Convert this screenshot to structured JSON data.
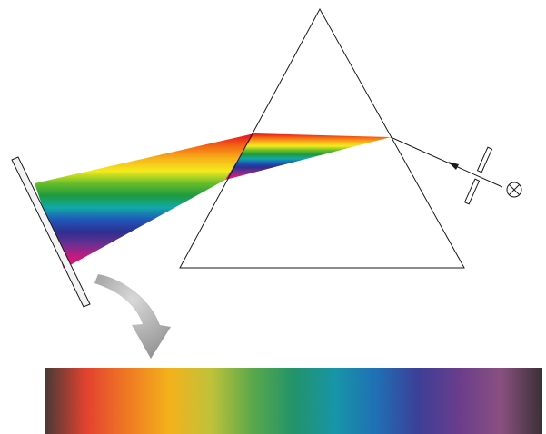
{
  "diagram": {
    "components": [
      {
        "name": "light-source",
        "icon": "crossed-circle-icon"
      },
      {
        "name": "slit",
        "icon": "double-bar-slit-icon"
      },
      {
        "name": "incident-ray",
        "icon": "arrow-icon"
      },
      {
        "name": "prism",
        "icon": "triangle-icon"
      },
      {
        "name": "dispersed-beam",
        "icon": "rainbow-beam-icon"
      },
      {
        "name": "screen",
        "icon": "plate-icon"
      },
      {
        "name": "curved-arrow",
        "icon": "curved-arrow-icon"
      },
      {
        "name": "spectrum-bar",
        "icon": "spectrum-gradient-icon"
      }
    ],
    "beam_colors": [
      "#e8101e",
      "#f46a14",
      "#f7b31a",
      "#f4ea1c",
      "#6abd2b",
      "#1e9a3d",
      "#11a8a8",
      "#1f57b8",
      "#2d2f8f",
      "#6c2f91",
      "#c31b7e",
      "#e9127d"
    ],
    "spectrum_colors": [
      "#4a3a36",
      "#e4422f",
      "#ef7a22",
      "#f3b21c",
      "#bfc23a",
      "#5aa84a",
      "#22936a",
      "#1895a8",
      "#1f6fb4",
      "#3c3f97",
      "#6b3d8c",
      "#8a5080",
      "#3a3036"
    ],
    "line_color": "#1a1a1a",
    "arrow_color": "#9a9a9a"
  }
}
